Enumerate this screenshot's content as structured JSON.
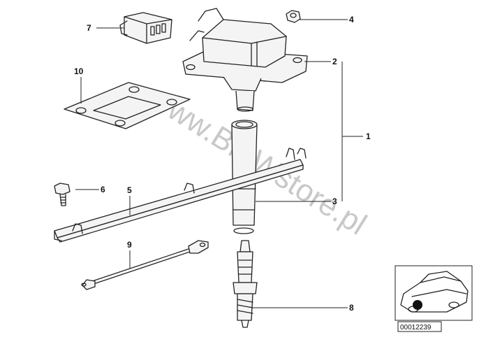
{
  "watermark": "www.BMWstore.pl",
  "reference_number": "00012239",
  "callouts": [
    {
      "id": "1",
      "label": "1"
    },
    {
      "id": "2",
      "label": "2"
    },
    {
      "id": "3",
      "label": "3"
    },
    {
      "id": "4",
      "label": "4"
    },
    {
      "id": "5",
      "label": "5"
    },
    {
      "id": "6",
      "label": "6"
    },
    {
      "id": "7",
      "label": "7"
    },
    {
      "id": "8",
      "label": "8"
    },
    {
      "id": "9",
      "label": "9"
    },
    {
      "id": "10",
      "label": "10"
    }
  ],
  "colors": {
    "line": "#222222",
    "watermark": "#c8c8c8",
    "background": "#ffffff"
  }
}
